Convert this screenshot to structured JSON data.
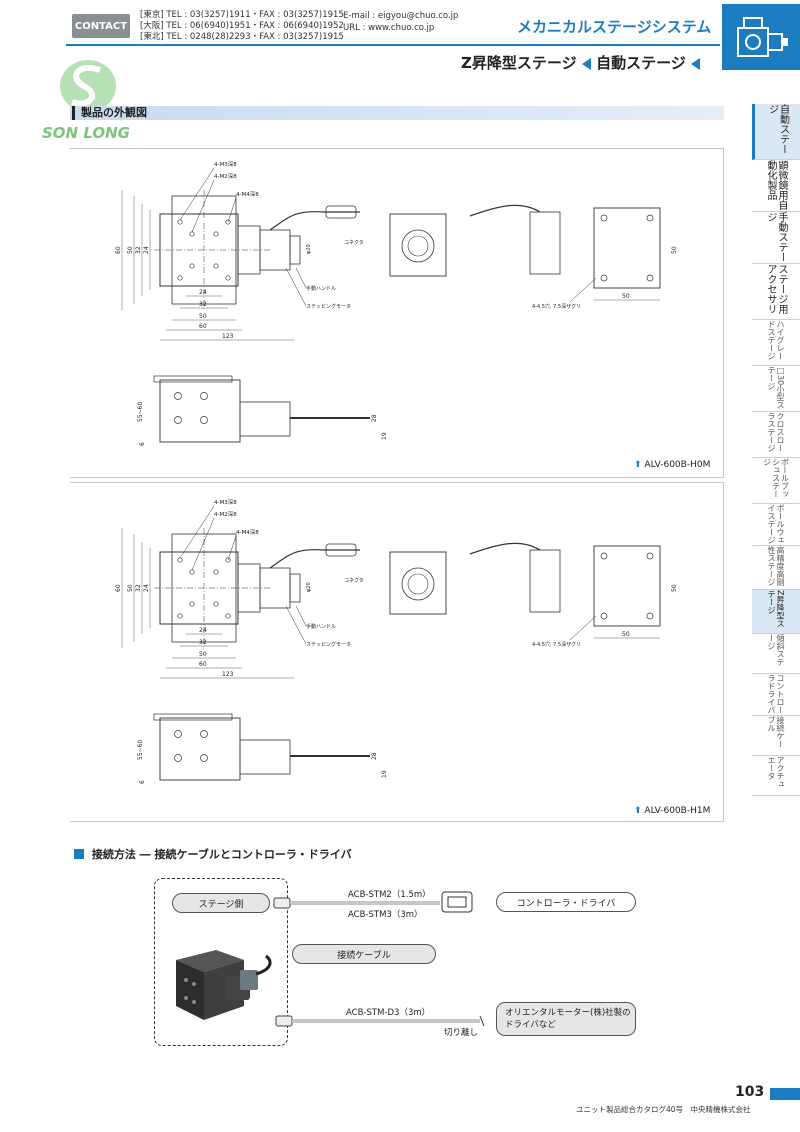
{
  "header": {
    "contact_label": "CONTACT",
    "tel_lines": [
      "[東京] TEL : 03(3257)1911・FAX : 03(3257)1915",
      "[大阪] TEL : 06(6940)1951・FAX : 06(6940)1952",
      "[東北] TEL : 0248(28)2293・FAX : 03(3257)1915"
    ],
    "email": "E-mail : eigyou@chuo.co.jp",
    "url": "URL : www.chuo.co.jp",
    "category_title": "メカニカルステージシステム",
    "accent_color": "#1c7cc0"
  },
  "page_title_left": "Z昇降型ステージ",
  "page_title_right": "自動ステージ",
  "logo_text": "SON LONG",
  "section_title": "製品の外観図",
  "drawing_labels": {
    "hole1": "4-M3深8",
    "hole2": "4-M2深8",
    "hole3": "4-M4深8",
    "handle": "手動ハンドル",
    "motor": "ステッピングモータ",
    "slot": "4-4.5穴, 7.5深ザグリ",
    "cable": "コネクタ",
    "dim_60": "60",
    "dim_50": "50",
    "dim_32": "32",
    "dim_24": "24",
    "dim_123": "123",
    "dim_height": "55~60",
    "dim_6": "6",
    "dim_28": "28",
    "dim_19": "19",
    "dim_phi": "φ20"
  },
  "models": {
    "first": "ALV-600B-H0M",
    "second": "ALV-600B-H1M"
  },
  "connection": {
    "title": "接続方法 ― 接続ケーブルとコントローラ・ドライバ",
    "stage_side": "ステージ側",
    "controller": "コントローラ・ドライバ",
    "cable_label": "接続ケーブル",
    "cable_a1": "ACB-STM2（1.5m）",
    "cable_a2": "ACB-STM3（3m）",
    "cable_b": "ACB-STM-D3（3m）",
    "cut_end": "切り離し",
    "driver_box": "オリエンタルモーター(株)社製のドライバなど"
  },
  "sidebar_tabs": [
    {
      "label": "自動ステージ",
      "state": "active"
    },
    {
      "label": "顕微鏡用自動化製品",
      "state": "main"
    },
    {
      "label": "手動ステージ",
      "state": "main"
    },
    {
      "label": "ステージ用アクセサリ",
      "state": "main"
    },
    {
      "label": "ハイグレードステージ",
      "state": "sub"
    },
    {
      "label": "□30小型ステージ",
      "state": "sub"
    },
    {
      "label": "クロスローラステージ",
      "state": "sub"
    },
    {
      "label": "ボールブッシュステージ",
      "state": "sub"
    },
    {
      "label": "ボールウェイステージ",
      "state": "sub"
    },
    {
      "label": "高精度高剛性ステージ",
      "state": "sub"
    },
    {
      "label": "Z昇降型ステージ",
      "state": "current"
    },
    {
      "label": "傾斜ステージ",
      "state": "sub"
    },
    {
      "label": "コントローラドライバ",
      "state": "sub"
    },
    {
      "label": "接続ケーブル",
      "state": "sub"
    },
    {
      "label": "アクチュエータ",
      "state": "sub"
    }
  ],
  "footer": {
    "page_number": "103",
    "catalog_line": "ユニット製品総合カタログ40号　中央精機株式会社"
  }
}
